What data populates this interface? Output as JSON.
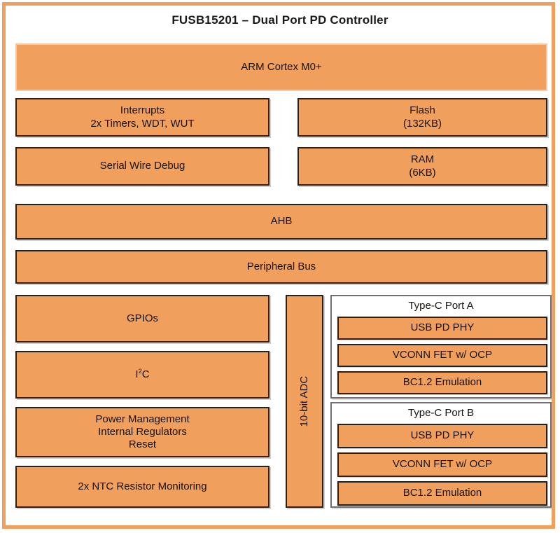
{
  "diagram": {
    "title": "FUSB15201 – Dual Port PD Controller",
    "frame_color": "#F0A05C",
    "block_fill": "#F0A05C",
    "block_border": "#2b2018",
    "group_border": "#6f6f6f",
    "text_color": "#17120e"
  },
  "cpu": {
    "label": "ARM Cortex M0+"
  },
  "core_row1": {
    "left": {
      "line1": "Interrupts",
      "line2": "2x Timers, WDT, WUT"
    },
    "right": {
      "line1": "Flash",
      "line2": "(132KB)"
    }
  },
  "core_row2": {
    "left": {
      "line1": "Serial Wire Debug"
    },
    "right": {
      "line1": "RAM",
      "line2": "(6KB)"
    }
  },
  "buses": {
    "ahb": "AHB",
    "peripheral": "Peripheral Bus"
  },
  "peripherals": [
    {
      "line1": "GPIOs"
    },
    {
      "line1": "I2C",
      "superscript": true
    },
    {
      "line1": "Power Management",
      "line2": "Internal Regulators",
      "line3": "Reset"
    },
    {
      "line1": "2x NTC Resistor Monitoring"
    }
  ],
  "adc": {
    "label": "10-bit ADC",
    "orientation": "vertical"
  },
  "ports": [
    {
      "title": "Type-C Port A",
      "blocks": [
        "USB PD PHY",
        "VCONN FET w/ OCP",
        "BC1.2 Emulation"
      ]
    },
    {
      "title": "Type-C Port B",
      "blocks": [
        "USB PD PHY",
        "VCONN FET w/ OCP",
        "BC1.2 Emulation"
      ]
    }
  ]
}
